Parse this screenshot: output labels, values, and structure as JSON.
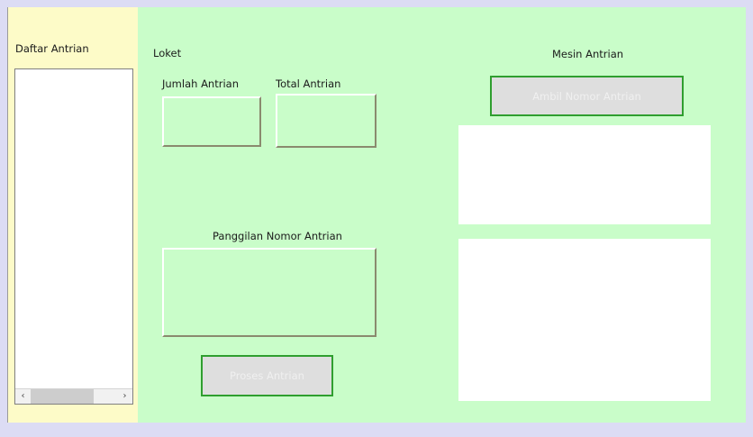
{
  "window": {
    "frame_color": "#dcdcf4"
  },
  "queue_list_panel": {
    "background_color": "#fdfbc8",
    "title": "Daftar Antrian",
    "listbox": {
      "items": [],
      "scrollbar": {
        "left_arrow": "‹",
        "right_arrow": "›"
      }
    }
  },
  "counter_section": {
    "background_color": "#c9fdc9",
    "title": "Loket",
    "fields": {
      "queue_count": {
        "label": "Jumlah Antrian",
        "value": ""
      },
      "queue_total": {
        "label": "Total Antrian",
        "value": ""
      },
      "queue_call": {
        "label": "Panggilan Nomor Antrian",
        "value": ""
      }
    },
    "process_button": {
      "label": "Proses Antrian",
      "border_color": "#2f9e2f",
      "background_color": "#dedede",
      "text_color": "#f0f0f0"
    }
  },
  "machine_section": {
    "title": "Mesin Antrian",
    "take_number_button": {
      "label": "Ambil Nomor Antrian",
      "border_color": "#2f9e2f",
      "background_color": "#dedede",
      "text_color": "#f0f0f0"
    },
    "display_top": {
      "content": "",
      "background_color": "#ffffff"
    },
    "display_bottom": {
      "content": "",
      "background_color": "#ffffff"
    }
  }
}
